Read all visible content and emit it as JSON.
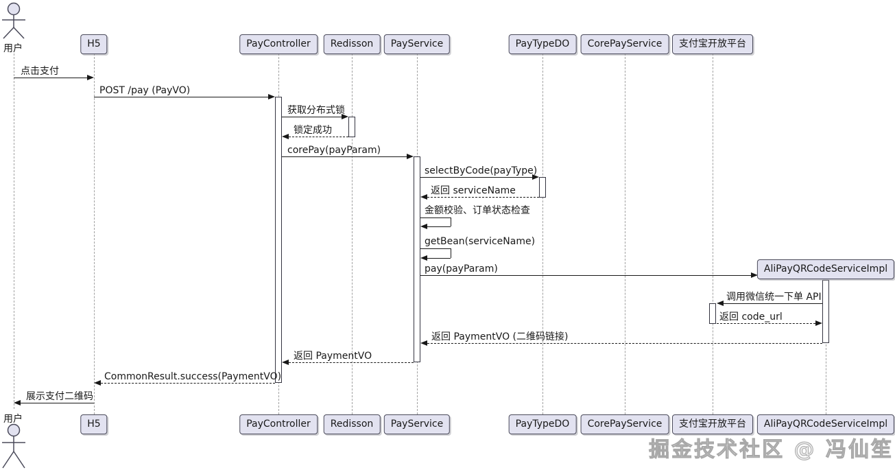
{
  "diagram": {
    "type": "sequence-diagram",
    "participants": [
      {
        "id": "user",
        "label": "用户",
        "kind": "actor"
      },
      {
        "id": "h5",
        "label": "H5",
        "kind": "participant"
      },
      {
        "id": "paycontroller",
        "label": "PayController",
        "kind": "participant"
      },
      {
        "id": "redisson",
        "label": "Redisson",
        "kind": "participant"
      },
      {
        "id": "payservice",
        "label": "PayService",
        "kind": "participant"
      },
      {
        "id": "paytypedo",
        "label": "PayTypeDO",
        "kind": "participant"
      },
      {
        "id": "corepayservice",
        "label": "CorePayService",
        "kind": "participant"
      },
      {
        "id": "alipay-open-platform",
        "label": "支付宝开放平台",
        "kind": "participant"
      },
      {
        "id": "alipayqrcodeserviceimpl",
        "label": "AliPayQRCodeServiceImpl",
        "kind": "participant"
      }
    ],
    "messages": [
      {
        "from": "用户",
        "to": "H5",
        "text": "点击支付",
        "style": "solid"
      },
      {
        "from": "H5",
        "to": "PayController",
        "text": "POST /pay (PayVO)",
        "style": "solid"
      },
      {
        "from": "PayController",
        "to": "Redisson",
        "text": "获取分布式锁",
        "style": "solid"
      },
      {
        "from": "Redisson",
        "to": "PayController",
        "text": "锁定成功",
        "style": "dashed"
      },
      {
        "from": "PayController",
        "to": "PayService",
        "text": "corePay(payParam)",
        "style": "solid"
      },
      {
        "from": "PayService",
        "to": "PayTypeDO",
        "text": "selectByCode(payType)",
        "style": "solid"
      },
      {
        "from": "PayTypeDO",
        "to": "PayService",
        "text": "返回 serviceName",
        "style": "dashed"
      },
      {
        "from": "PayService",
        "to": "PayService",
        "text": "金额校验、订单状态检查",
        "style": "self"
      },
      {
        "from": "PayService",
        "to": "PayService",
        "text": "getBean(serviceName)",
        "style": "self"
      },
      {
        "from": "PayService",
        "to": "AliPayQRCodeServiceImpl",
        "text": "pay(payParam)",
        "style": "solid"
      },
      {
        "from": "AliPayQRCodeServiceImpl",
        "to": "支付宝开放平台",
        "text": "调用微信统一下单 API",
        "style": "solid"
      },
      {
        "from": "支付宝开放平台",
        "to": "AliPayQRCodeServiceImpl",
        "text": "返回 code_url",
        "style": "dashed"
      },
      {
        "from": "AliPayQRCodeServiceImpl",
        "to": "PayService",
        "text": "返回 PaymentVO (二维码链接)",
        "style": "dashed"
      },
      {
        "from": "PayService",
        "to": "PayController",
        "text": "返回 PaymentVO",
        "style": "dashed"
      },
      {
        "from": "PayController",
        "to": "H5",
        "text": "CommonResult.success(PaymentVO)",
        "style": "dashed"
      },
      {
        "from": "H5",
        "to": "用户",
        "text": "展示支付二维码",
        "style": "solid"
      }
    ],
    "watermark": "掘金技术社区 @ 冯仙笙",
    "colors": {
      "participant_fill": "#E2E2F0",
      "participant_border": "#4a4a5a",
      "lifeline": "#a0a0a0",
      "message": "#181818",
      "watermark": "#ececec"
    }
  }
}
